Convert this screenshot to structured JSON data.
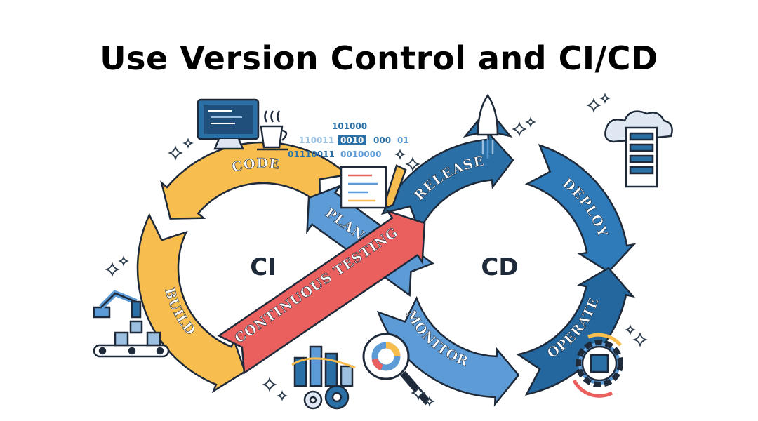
{
  "title": "Use Version Control and CI/CD",
  "centers": {
    "ci": "CI",
    "cd": "CD"
  },
  "segments": [
    {
      "label": "CODE",
      "color": "#f8bd4f"
    },
    {
      "label": "BUILD",
      "color": "#f8bd4f"
    },
    {
      "label": "PLAN",
      "color": "#5d9bd6"
    },
    {
      "label": "CONTINUOUS TESTING",
      "color": "#e9605e"
    },
    {
      "label": "RELEASE",
      "color": "#2a6fa6"
    },
    {
      "label": "DEPLOY",
      "color": "#2f7ab8"
    },
    {
      "label": "OPERATE",
      "color": "#23679e"
    },
    {
      "label": "MONITOR",
      "color": "#5d9bd6"
    }
  ],
  "binary": {
    "line1": "101000",
    "line2a": "110011",
    "line2b": "0010",
    "line2c": "000",
    "line2d": "01",
    "line3a": "01110011",
    "line3b": "0010000"
  },
  "icons": [
    "monitor-icon",
    "coffee-cup-icon",
    "document-pencil-icon",
    "rocket-icon",
    "cloud-server-icon",
    "robot-arm-icon",
    "bar-chart-gear-icon",
    "magnifier-chart-icon",
    "gear-chip-icon",
    "sparkle-icon"
  ]
}
